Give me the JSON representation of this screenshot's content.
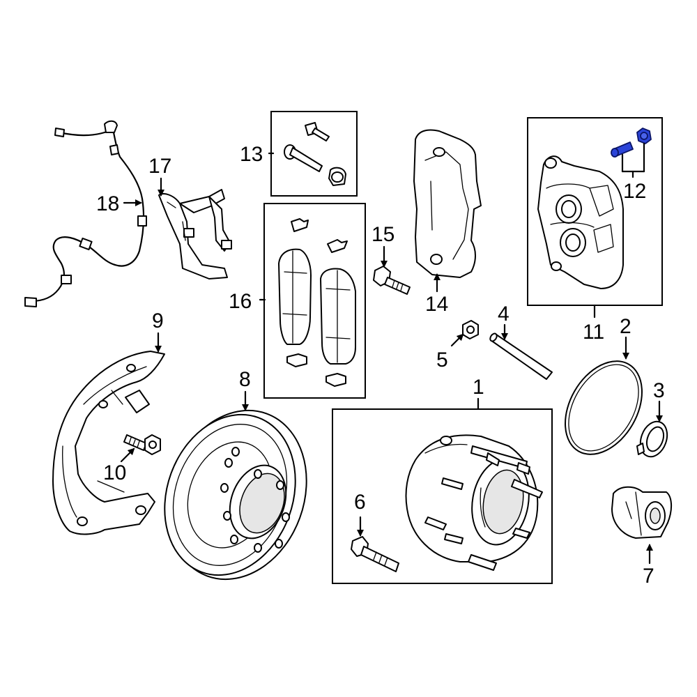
{
  "callouts": {
    "c1": "1",
    "c2": "2",
    "c3": "3",
    "c4": "4",
    "c5": "5",
    "c6": "6",
    "c7": "7",
    "c8": "8",
    "c9": "9",
    "c10": "10",
    "c11": "11",
    "c12": "12",
    "c13": "13",
    "c14": "14",
    "c15": "15",
    "c16": "16",
    "c17": "17",
    "c18": "18"
  },
  "colors": {
    "line": "#000000",
    "highlight": "#2b44d8",
    "highlight_dark": "#0b1566",
    "background": "#ffffff"
  },
  "highlighted_part": "12"
}
